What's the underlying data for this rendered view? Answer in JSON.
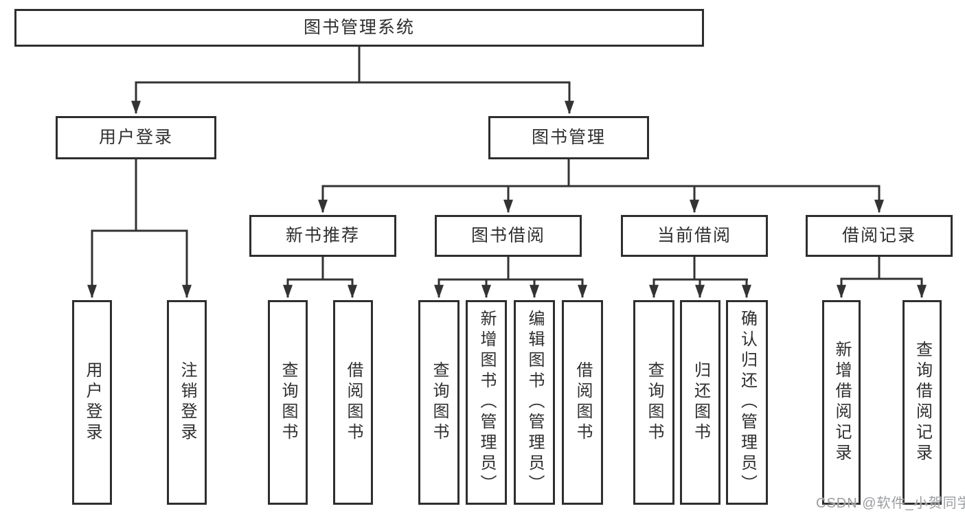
{
  "diagram": {
    "title": "图书管理系统",
    "root": {
      "label": "图书管理系统"
    },
    "level2": [
      {
        "label": "用户登录"
      },
      {
        "label": "图书管理"
      }
    ],
    "level3": [
      {
        "label": "新书推荐"
      },
      {
        "label": "图书借阅"
      },
      {
        "label": "当前借阅"
      },
      {
        "label": "借阅记录"
      }
    ],
    "leaves": [
      {
        "label": "用户登录",
        "parent": "用户登录"
      },
      {
        "label": "注销登录",
        "parent": "用户登录"
      },
      {
        "label": "查询图书",
        "parent": "新书推荐"
      },
      {
        "label": "借阅图书",
        "parent": "新书推荐"
      },
      {
        "label": "查询图书",
        "parent": "图书借阅"
      },
      {
        "label": "新增图书（管理员）",
        "parent": "图书借阅"
      },
      {
        "label": "编辑图书（管理员）",
        "parent": "图书借阅"
      },
      {
        "label": "借阅图书",
        "parent": "图书借阅"
      },
      {
        "label": "查询图书",
        "parent": "当前借阅"
      },
      {
        "label": "归还图书",
        "parent": "当前借阅"
      },
      {
        "label": "确认归还（管理员）",
        "parent": "当前借阅"
      },
      {
        "label": "新增借阅记录",
        "parent": "借阅记录"
      },
      {
        "label": "查询借阅记录",
        "parent": "借阅记录"
      }
    ],
    "colors": {
      "line": "#333333",
      "box_border": "#2e2e2e",
      "box_background": "#ffffff",
      "text": "#2f2f2f"
    }
  },
  "watermark": {
    "text": "CSDN @软件_小贺同学",
    "color": "#9b9da0"
  }
}
